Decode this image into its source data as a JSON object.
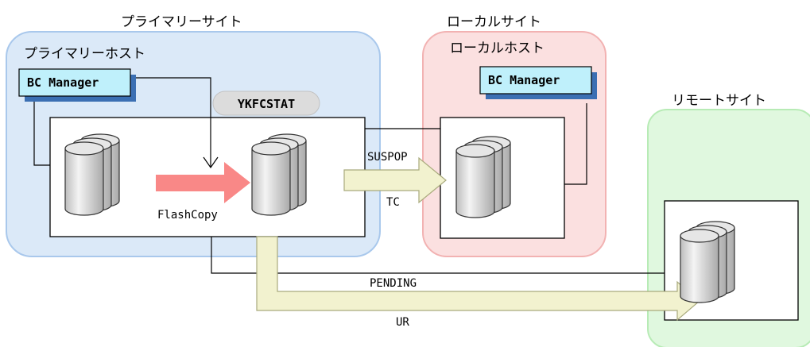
{
  "sites": {
    "primary": {
      "label": "プライマリーサイト",
      "host_label": "プライマリーホスト"
    },
    "local": {
      "label": "ローカルサイト",
      "host_label": "ローカルホスト"
    },
    "remote": {
      "label": "リモートサイト"
    }
  },
  "bc_manager_label": "BC Manager",
  "command_label": "YKFCSTAT",
  "flashcopy_label": "FlashCopy",
  "tc_link": {
    "status": "SUSPOP",
    "type": "TC"
  },
  "ur_link": {
    "status": "PENDING",
    "type": "UR"
  },
  "colors": {
    "primary_site_fill": "#dbe9f8",
    "primary_site_border": "#a9c8ec",
    "local_site_fill": "#fbe0e0",
    "local_site_border": "#f2b2b2",
    "remote_site_fill": "#e0f8df",
    "remote_site_border": "#b7ebb5",
    "bc_manager_fill": "#bff0fb",
    "command_fill": "#dcdcdc",
    "flashcopy_arrow": "#f98887",
    "link_arrow": "#f2f2cf",
    "link_arrow_border": "#a9aa7d"
  }
}
